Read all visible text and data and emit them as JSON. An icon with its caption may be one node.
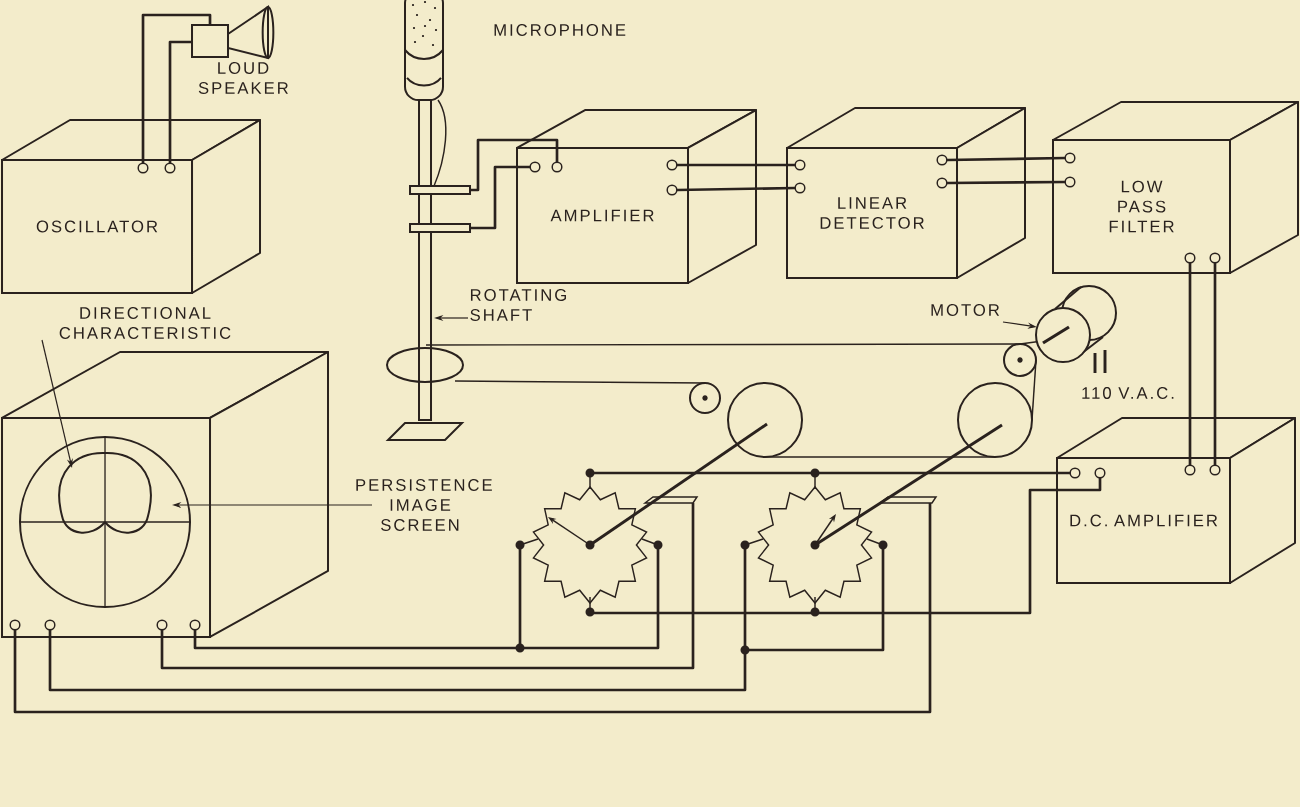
{
  "diagram": {
    "nodes": [
      {
        "text": [
          "OSCILLATOR"
        ]
      },
      {
        "text": [],
        "shape": "speaker",
        "beside": [
          "LOUD SPEAKER"
        ]
      },
      {
        "text": [],
        "shape": "microphone",
        "beside": [
          "MICROPHONE"
        ]
      },
      {
        "text": [
          "AMPLIFIER"
        ]
      },
      {
        "text": [
          "LINEAR DETECTOR"
        ]
      },
      {
        "text": [
          "LOW PASS FILTER"
        ]
      },
      {
        "text": [],
        "shape": "cylinder"
      },
      {
        "text": [
          "D.C. AMPLIFIER"
        ]
      },
      {
        "text": [],
        "shape": "box"
      },
      {
        "text": [],
        "shape": "circle",
        "in": 8
      },
      {
        "text": [],
        "shape": "curve",
        "in": 9
      },
      {
        "text": [],
        "shape": "bar"
      },
      {
        "text": [
          "ROTATING SHAFT"
        ]
      },
      {
        "text": [
          "DIRECTIONAL CHARACTERISTIC"
        ]
      },
      {
        "text": [
          "PERSISTENCE IMAGE SCREEN"
        ]
      },
      {
        "text": [
          "MOTOR"
        ]
      },
      {
        "text": [],
        "shape": "star"
      },
      {
        "text": [],
        "shape": "star"
      }
    ],
    "edges": [
      {
        "from": 0,
        "to": 1,
        "arrow": "none"
      },
      {
        "from": 0,
        "to": 1,
        "arrow": "none"
      },
      {
        "from": 11,
        "to": 3,
        "arrow": "none"
      },
      {
        "from": 11,
        "to": 3,
        "arrow": "none"
      },
      {
        "from": 3,
        "to": 4,
        "arrow": "none"
      },
      {
        "from": 3,
        "to": 4,
        "arrow": "none"
      },
      {
        "from": 4,
        "to": 5,
        "arrow": "none"
      },
      {
        "from": 4,
        "to": 5,
        "arrow": "none"
      },
      {
        "from": 5,
        "to": 7,
        "arrow": "none"
      },
      {
        "from": 5,
        "to": 7,
        "arrow": "none"
      },
      {
        "from": 7,
        "to": 16,
        "arrow": "none"
      },
      {
        "from": 7,
        "to": 17,
        "arrow": "none"
      },
      {
        "from": 7,
        "to": 16,
        "arrow": "none"
      },
      {
        "from": 7,
        "to": 17,
        "arrow": "none"
      },
      {
        "from": 16,
        "to": 8,
        "arrow": "none"
      },
      {
        "from": 16,
        "to": 8,
        "arrow": "none"
      },
      {
        "from": 17,
        "to": 8,
        "arrow": "none"
      },
      {
        "from": 17,
        "to": 8,
        "arrow": "none"
      },
      {
        "from": 12,
        "to": 11,
        "arrow": "to"
      },
      {
        "from": 13,
        "to": 10,
        "arrow": "to"
      },
      {
        "from": 14,
        "to": 9,
        "arrow": "to"
      },
      {
        "from": 15,
        "to": 6,
        "arrow": "to"
      }
    ],
    "labels": [
      "110 V.A.C."
    ]
  }
}
